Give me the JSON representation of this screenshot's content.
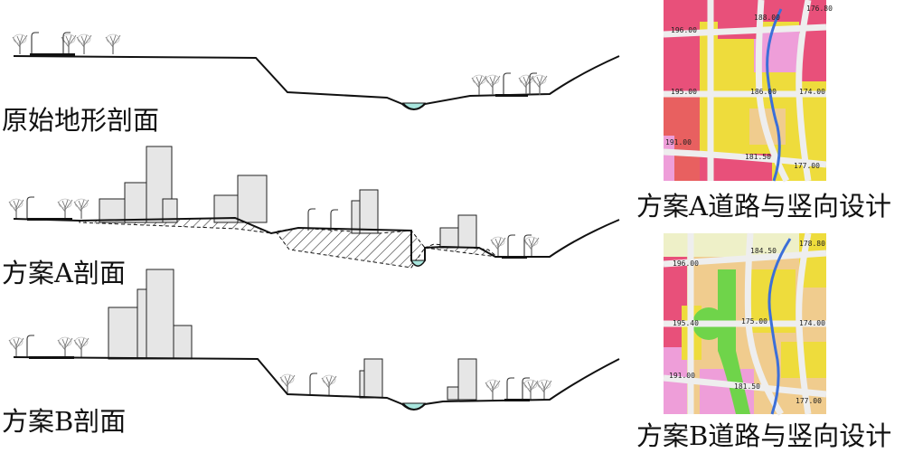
{
  "captions": {
    "original_section": "原始地形剖面",
    "scheme_a_section": "方案A剖面",
    "scheme_b_section": "方案B剖面",
    "scheme_a_map": "方案A道路与竖向设计",
    "scheme_b_map": "方案B道路与竖向设计"
  },
  "map_a": {
    "elevations": [
      "176.80",
      "188.00",
      "196.00",
      "195.00",
      "186.00",
      "174.00",
      "191.00",
      "181.50",
      "177.00"
    ]
  },
  "map_b": {
    "elevations": [
      "178.80",
      "184.50",
      "196.00",
      "195.40",
      "175.00",
      "174.00",
      "191.00",
      "181.50",
      "177.00"
    ]
  },
  "colors": {
    "ground": "#111111",
    "building_fill": "#e6e6e6",
    "water": "#a9e6de",
    "road": "#eeeeee",
    "residential_yellow": "#eedc3c",
    "residential_tan": "#f0cc8e",
    "commercial_red": "#e8507a",
    "public_pink": "#ee9ed9",
    "green": "#6fd44a",
    "river": "#3c6fd8"
  }
}
